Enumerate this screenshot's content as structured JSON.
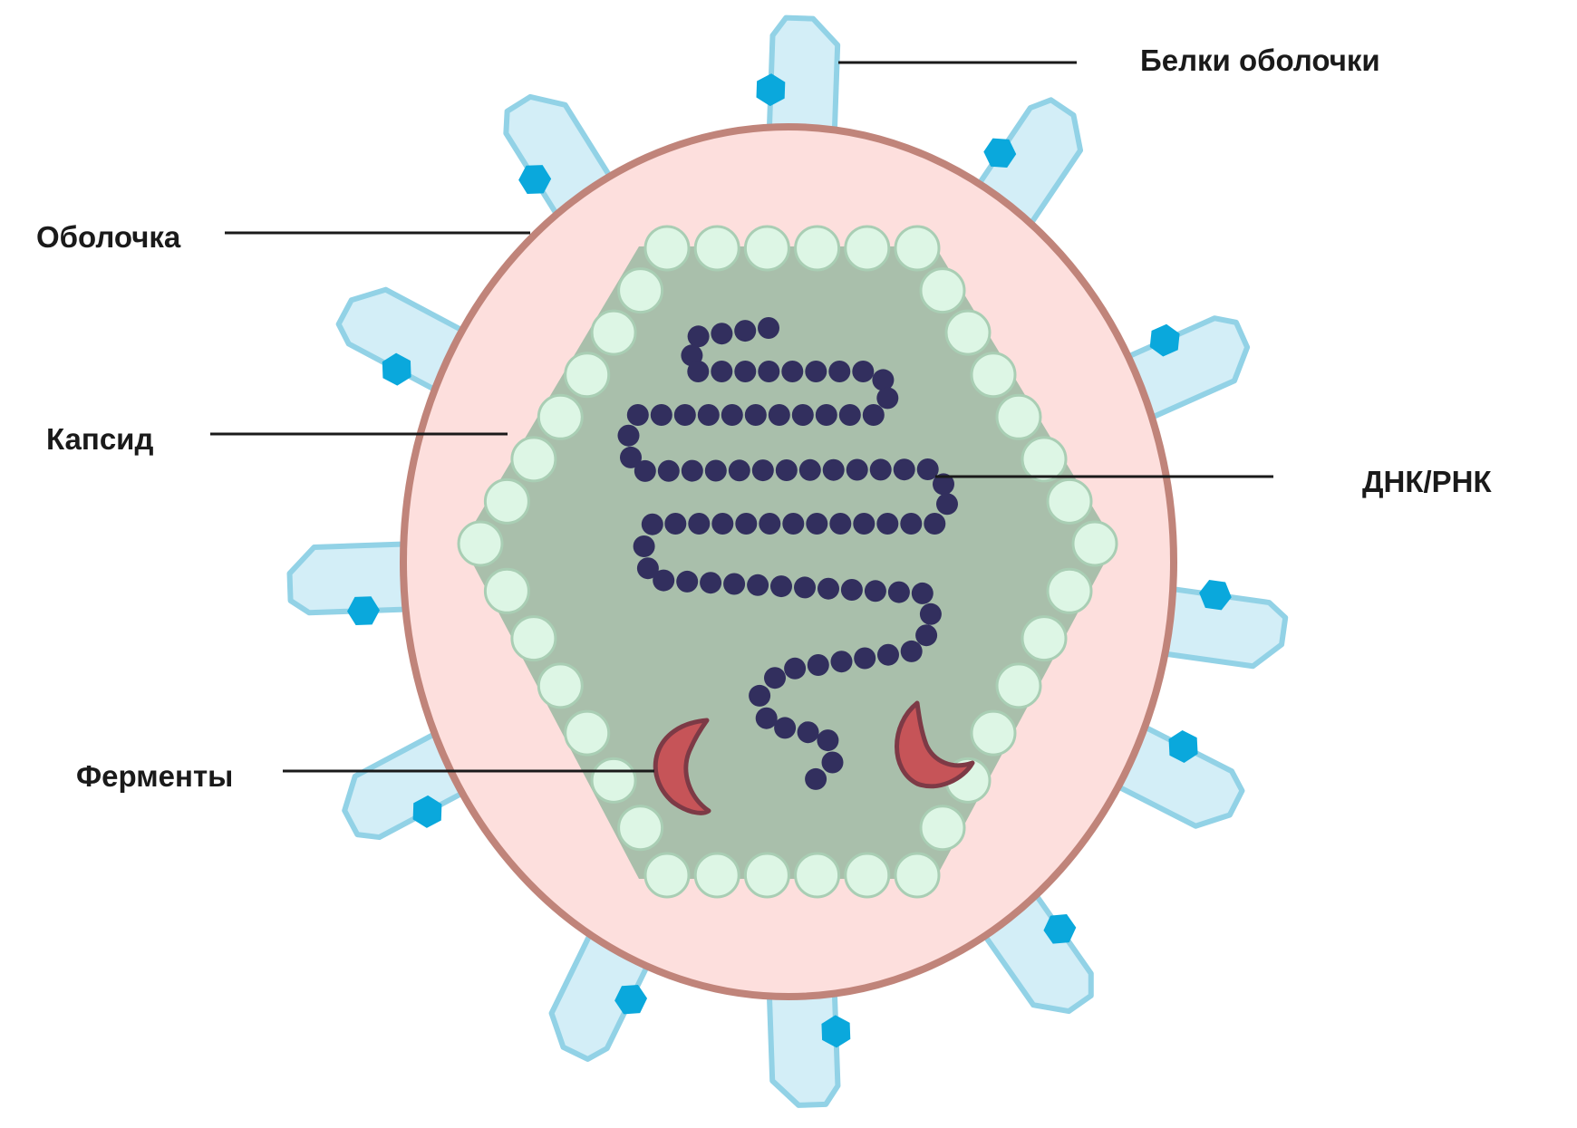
{
  "labels": {
    "envelope_proteins": "Белки оболочки",
    "envelope": "Оболочка",
    "capsid": "Капсид",
    "nucleic_acid": "ДНК/РНК",
    "enzymes": "Ферменты"
  },
  "colors": {
    "envelope_ring": "#c0847a",
    "envelope_fill": "#fddfdd",
    "capsid_fill": "#a9bfab",
    "capsomer_fill": "#ddf6e5",
    "capsomer_stroke": "#a9ceb4",
    "spike_fill": "#d3eef7",
    "spike_stroke": "#92d2e6",
    "spike_hexagon": "#0aa8dc",
    "nucleic_acid_bead": "#322f5e",
    "enzyme_fill": "#c65458",
    "enzyme_stroke": "#7d3a46",
    "leader_line": "#1a1a1a"
  },
  "icons": [
    "spike-glycoprotein-icon",
    "hexagon-icon",
    "capsomer-icon",
    "nucleic-acid-bead-icon",
    "enzyme-crescent-icon"
  ]
}
